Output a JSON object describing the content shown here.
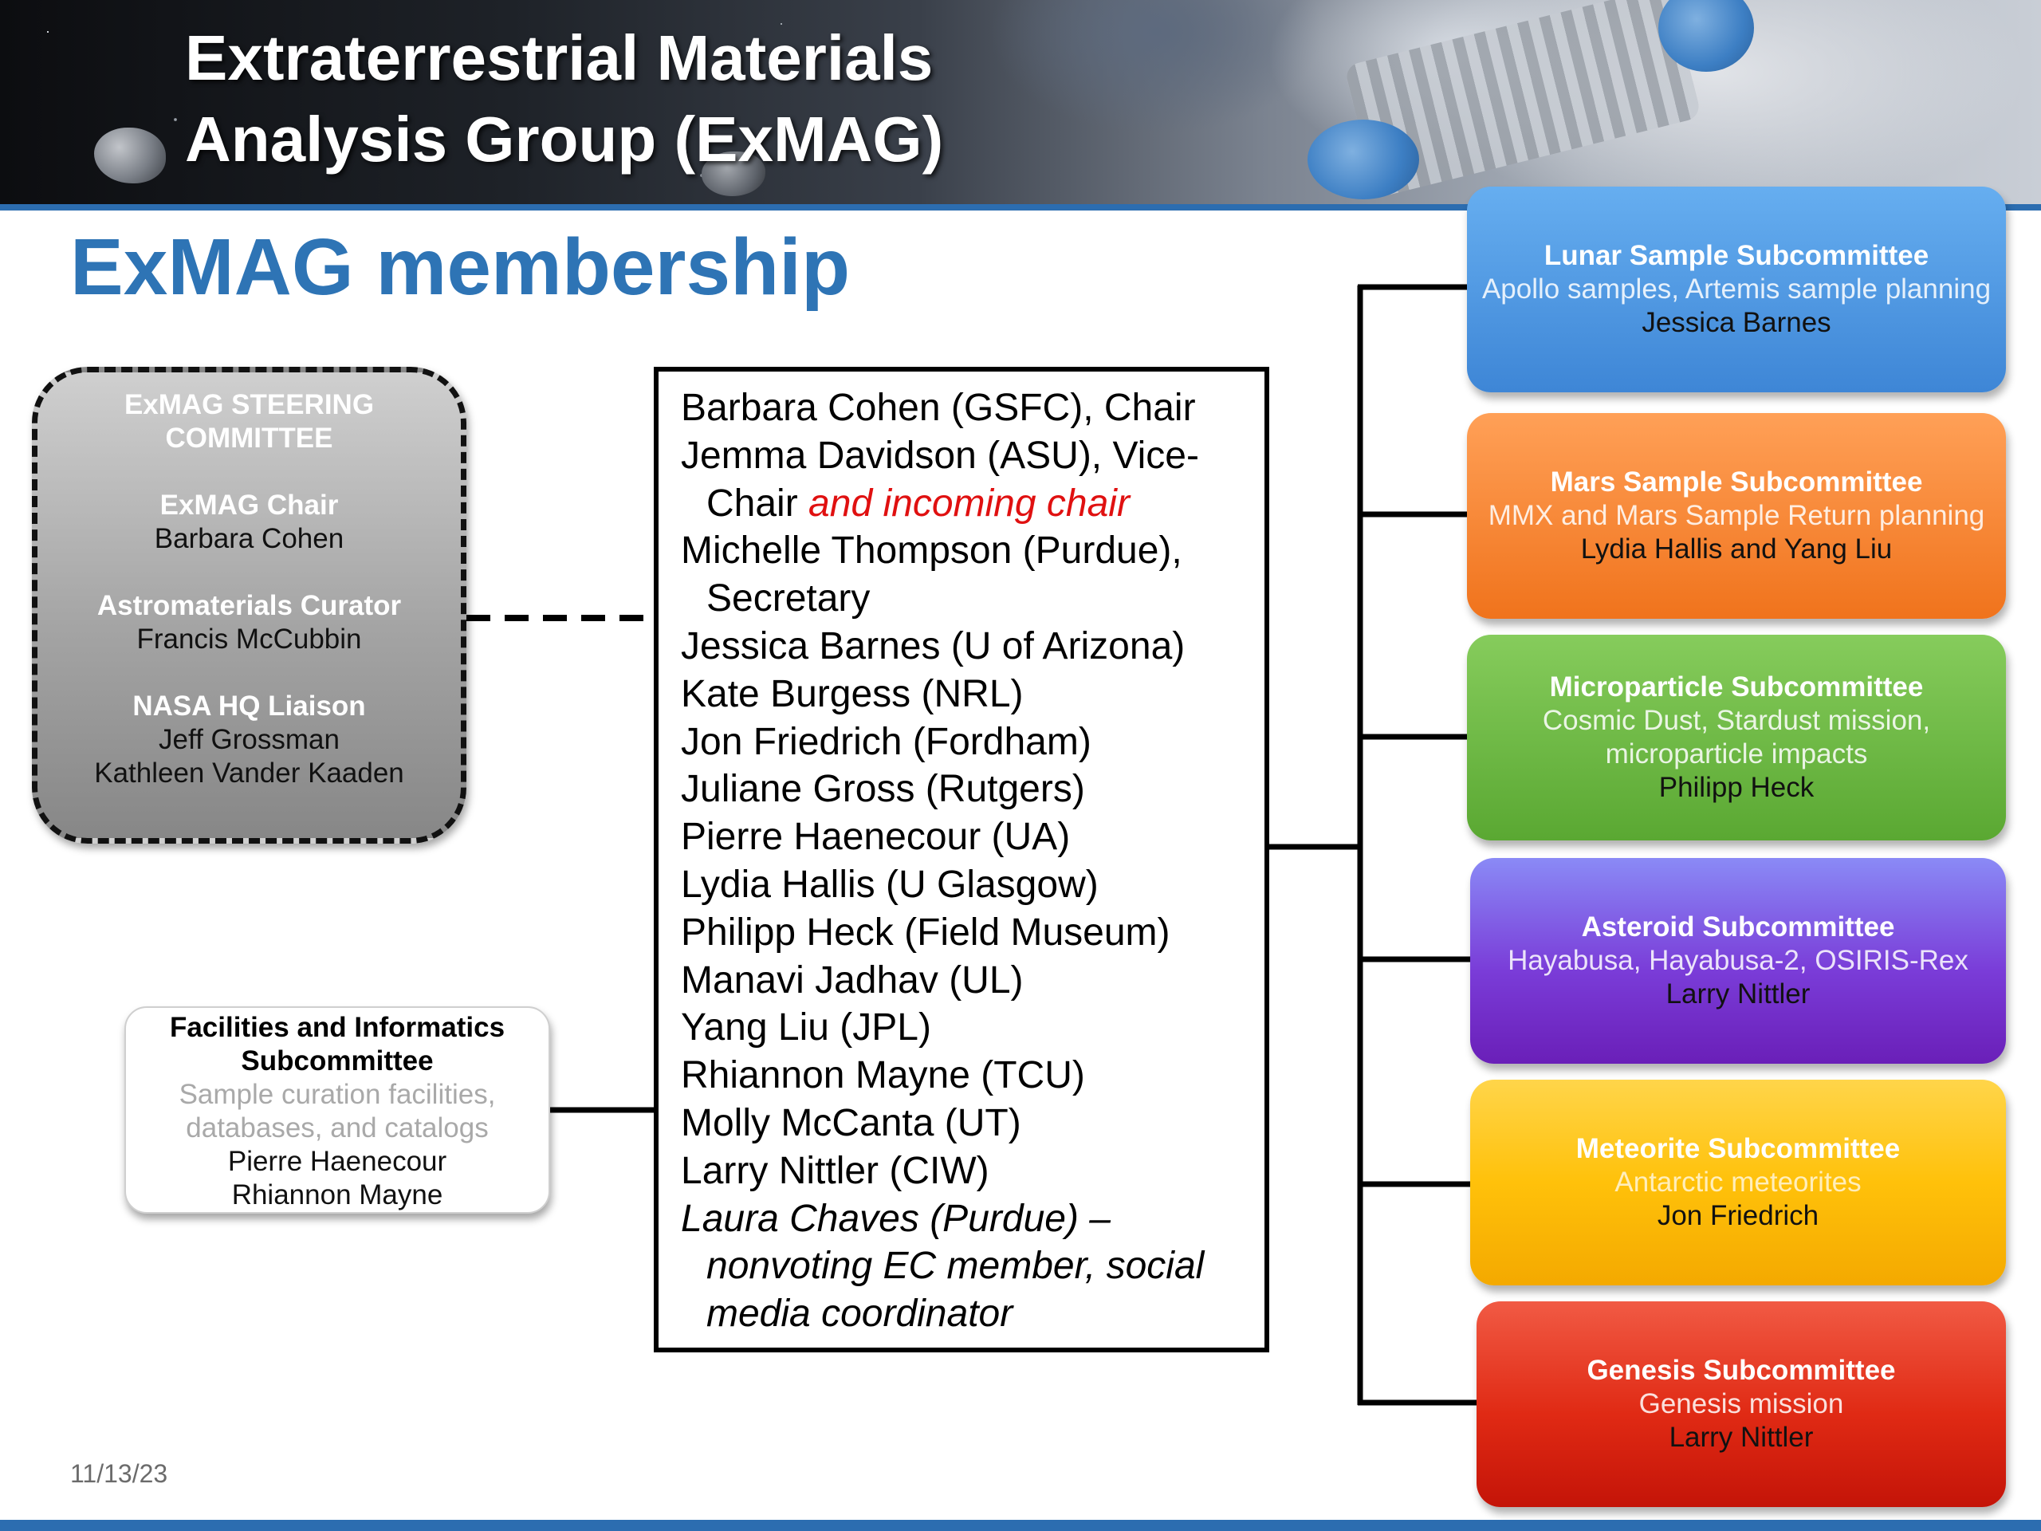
{
  "banner": {
    "title_line1": "Extraterrestrial Materials",
    "title_line2": "Analysis Group (ExMAG)"
  },
  "page_title": "ExMAG membership",
  "steering": {
    "heading_line1": "ExMAG STEERING",
    "heading_line2": "COMMITTEE",
    "chair_role": "ExMAG Chair",
    "chair_name": "Barbara Cohen",
    "curator_role": "Astromaterials Curator",
    "curator_name": "Francis McCubbin",
    "liaison_role": "NASA HQ Liaison",
    "liaison_names": [
      "Jeff Grossman",
      "Kathleen Vander Kaaden"
    ]
  },
  "members": {
    "chair": "Barbara Cohen (GSFC), Chair",
    "vice_chair": "Jemma Davidson (ASU), Vice-Chair",
    "vice_chair_note": "and incoming chair",
    "secretary": "Michelle Thompson (Purdue), Secretary",
    "list": [
      "Jessica Barnes (U of Arizona)",
      "Kate Burgess (NRL)",
      "Jon Friedrich (Fordham)",
      "Juliane Gross (Rutgers)",
      "Pierre Haenecour (UA)",
      "Lydia Hallis (U Glasgow)",
      "Philipp Heck (Field Museum)",
      "Manavi Jadhav (UL)",
      "Yang Liu (JPL)",
      "Rhiannon Mayne (TCU)",
      "Molly McCanta (UT)",
      "Larry Nittler (CIW)"
    ],
    "nonvoting": "Laura Chaves (Purdue) – nonvoting EC member, social media coordinator"
  },
  "facilities": {
    "title": "Facilities and Informatics Subcommittee",
    "description": "Sample curation facilities, databases, and catalogs",
    "members": [
      "Pierre Haenecour",
      "Rhiannon Mayne"
    ]
  },
  "subcommittees": {
    "lunar": {
      "title": "Lunar Sample Subcommittee",
      "description": "Apollo samples, Artemis sample planning",
      "members": "Jessica Barnes",
      "color": "#4a94e0"
    },
    "mars": {
      "title": "Mars Sample Subcommittee",
      "description": "MMX and Mars Sample Return planning",
      "members": "Lydia Hallis and Yang Liu",
      "color": "#f57f2a"
    },
    "micro": {
      "title": "Microparticle Subcommittee",
      "description": "Cosmic Dust, Stardust mission, microparticle impacts",
      "members": "Philipp Heck",
      "color": "#68b83e"
    },
    "asteroid": {
      "title": "Asteroid Subcommittee",
      "description": "Hayabusa, Hayabusa-2, OSIRIS-Rex",
      "members": "Larry Nittler",
      "color": "#7240d0"
    },
    "meteorite": {
      "title": "Meteorite Subcommittee",
      "description": "Antarctic meteorites",
      "members": "Jon Friedrich",
      "color": "#ffc21a"
    },
    "genesis": {
      "title": "Genesis Subcommittee",
      "description": "Genesis mission",
      "members": "Larry Nittler",
      "color": "#e23620"
    }
  },
  "footer": {
    "date": "11/13/23"
  }
}
